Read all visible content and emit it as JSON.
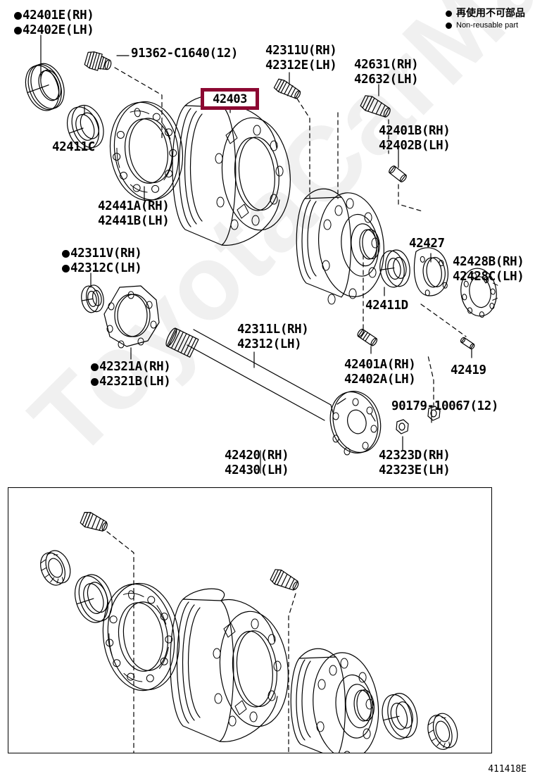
{
  "sheet": {
    "code": "411418E",
    "highlight_color": "#8c0832"
  },
  "legend": {
    "marker": "filled-circle",
    "japanese": "再使用不可部品",
    "english": "Non-reusable part"
  },
  "watermark": {
    "text": "ToyotaCarMate.ru"
  },
  "highlighted_part": {
    "number": "42403"
  },
  "labels": [
    {
      "id": "l-42401e",
      "bullet": true,
      "lines": [
        "42401E(RH)",
        "42402E(LH)"
      ]
    },
    {
      "id": "l-91362",
      "bullet": false,
      "lines": [
        "91362-C1640(12)"
      ]
    },
    {
      "id": "l-42311u",
      "bullet": false,
      "lines": [
        "42311U(RH)",
        "42312E(LH)"
      ]
    },
    {
      "id": "l-42631",
      "bullet": false,
      "lines": [
        "42631(RH)",
        "42632(LH)"
      ]
    },
    {
      "id": "l-42401b",
      "bullet": false,
      "lines": [
        "42401B(RH)",
        "42402B(LH)"
      ]
    },
    {
      "id": "l-42411c",
      "bullet": false,
      "lines": [
        "42411C"
      ]
    },
    {
      "id": "l-42441a",
      "bullet": false,
      "lines": [
        "42441A(RH)",
        "42441B(LH)"
      ]
    },
    {
      "id": "l-42311v",
      "bullet": true,
      "lines": [
        "42311V(RH)",
        "42312C(LH)"
      ]
    },
    {
      "id": "l-42427",
      "bullet": false,
      "lines": [
        "42427"
      ]
    },
    {
      "id": "l-42428b",
      "bullet": false,
      "lines": [
        "42428B(RH)",
        "42428C(LH)"
      ]
    },
    {
      "id": "l-42411d",
      "bullet": false,
      "lines": [
        "42411D"
      ]
    },
    {
      "id": "l-42311l",
      "bullet": false,
      "lines": [
        "42311L(RH)",
        "42312(LH)"
      ]
    },
    {
      "id": "l-42401a",
      "bullet": false,
      "lines": [
        "42401A(RH)",
        "42402A(LH)"
      ]
    },
    {
      "id": "l-42419",
      "bullet": false,
      "lines": [
        "42419"
      ]
    },
    {
      "id": "l-42321a",
      "bullet": true,
      "lines": [
        "42321A(RH)",
        "42321B(LH)"
      ]
    },
    {
      "id": "l-90179",
      "bullet": false,
      "lines": [
        "90179-10067(12)"
      ]
    },
    {
      "id": "l-42323d",
      "bullet": false,
      "lines": [
        "42323D(RH)",
        "42323E(LH)"
      ]
    },
    {
      "id": "l-42420",
      "bullet": false,
      "lines": [
        "42420(RH)",
        "42430(LH)"
      ]
    }
  ]
}
